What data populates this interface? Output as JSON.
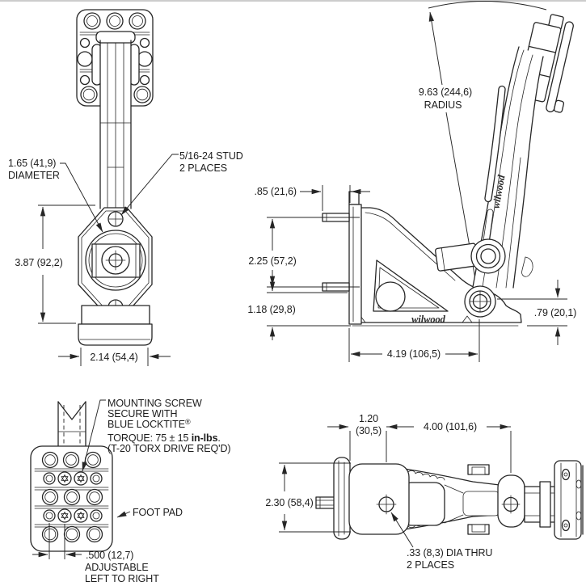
{
  "brand": {
    "logo_text": "wilwood"
  },
  "front_view": {
    "diameter_label": {
      "line1": "1.65 (41,9)",
      "line2": "DIAMETER"
    },
    "stud_label": {
      "line1": "5/16-24 STUD",
      "line2": "2 PLACES"
    },
    "height_dim": "3.87 (92,2)",
    "width_dim": "2.14 (54,4)"
  },
  "side_view": {
    "radius_label": {
      "line1": "9.63 (244,6)",
      "line2": "RADIUS"
    },
    "stud_length_dim": ".85 (21,6)",
    "stud_spacing_dim": "2.25 (57,2)",
    "lower_height_dim": "1.18 (29,8)",
    "pivot_height_dim": ".79 (20,1)",
    "base_length_dim": "4.19 (106,5)"
  },
  "pad_view": {
    "mounting_note": {
      "line1": "MOUNTING SCREW",
      "line2": "SECURE WITH",
      "line3_text": "BLUE LOCKTITE",
      "line3_reg": "®",
      "line4_prefix": "TORQUE: 75 ± 15 ",
      "line4_bold": "in-lbs",
      "line4_suffix": ".",
      "line5": "(T-20 TORX DRIVE REQ'D)"
    },
    "foot_pad_label": "FOOT PAD",
    "adjust_note": {
      "line1": ".500 (12,7)",
      "line2": "ADJUSTABLE",
      "line3": "LEFT TO RIGHT"
    }
  },
  "top_view": {
    "pad_offset_dim": {
      "line1": "1.20",
      "line2": "(30,5)"
    },
    "length_dim": "4.00 (101,6)",
    "pad_width_dim": "2.30 (58,4)",
    "hole_label": {
      "line1": ".33 (8,3) DIA THRU",
      "line2": "2 PLACES"
    }
  }
}
